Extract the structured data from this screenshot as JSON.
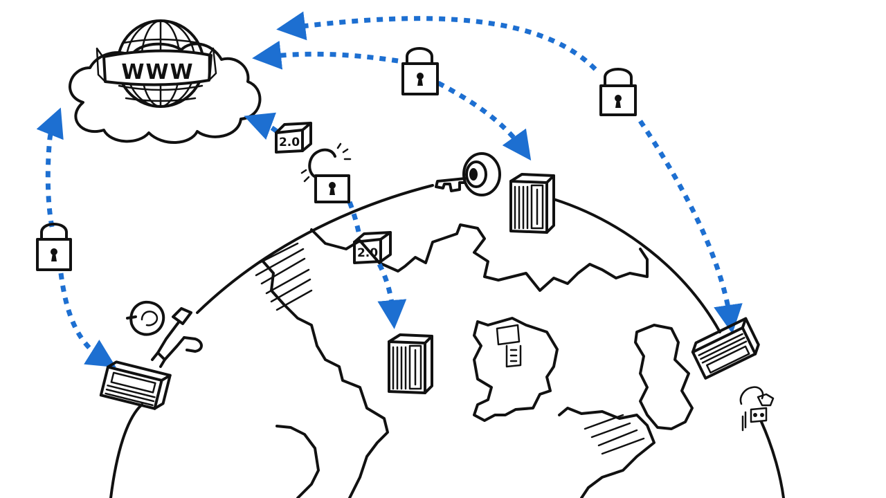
{
  "labels": {
    "www": "WWW",
    "box_version_top": "2.0",
    "box_version_mid": "2.0"
  },
  "colors": {
    "ink": "#111111",
    "arrow": "#1d6fd1",
    "background": "#ffffff"
  },
  "icons": {
    "cloud": "cloud-icon",
    "globe": "globe-icon",
    "padlock": "padlock-icon",
    "server": "server-icon",
    "package": "package-icon",
    "key": "key-icon",
    "satellite": "satellite-icon"
  }
}
